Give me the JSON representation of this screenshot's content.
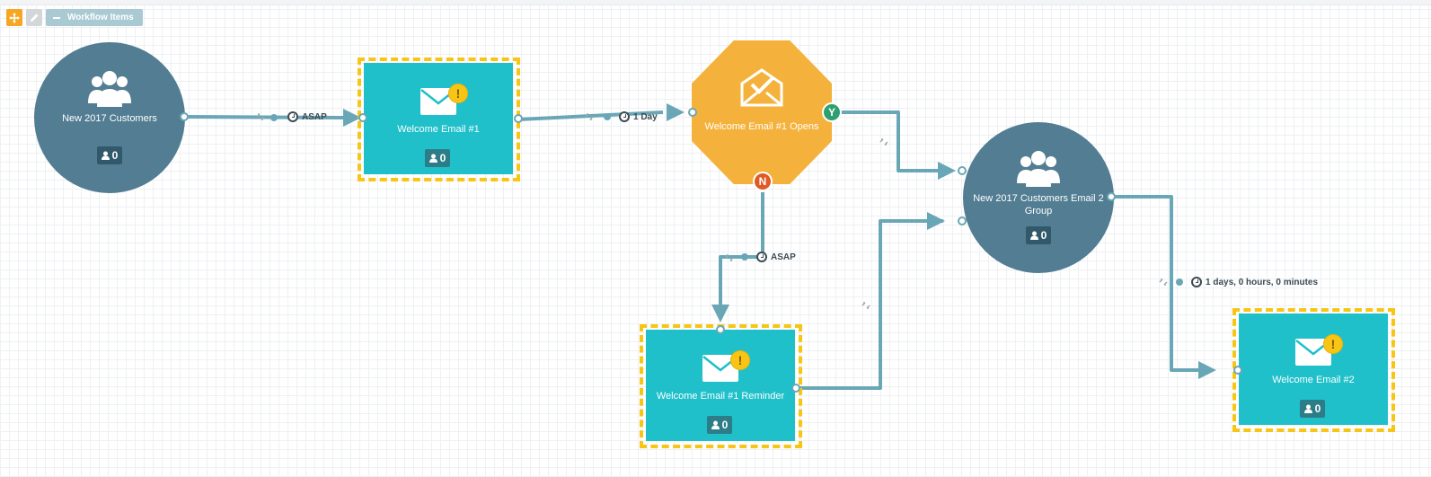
{
  "toolbar": {
    "workflow_label": "Workflow Items"
  },
  "nodes": {
    "new_customers": {
      "title": "New 2017 Customers",
      "count": "0"
    },
    "welcome_email_1": {
      "title": "Welcome Email #1",
      "count": "0"
    },
    "email_opens": {
      "title": "Welcome Email #1 Opens"
    },
    "email_2_group": {
      "title": "New 2017 Customers Email 2 Group",
      "count": "0"
    },
    "reminder": {
      "title": "Welcome Email #1 Reminder",
      "count": "0"
    },
    "welcome_email_2": {
      "title": "Welcome Email #2",
      "count": "0"
    }
  },
  "branches": {
    "yes": "Y",
    "no": "N"
  },
  "delays": {
    "d1": "ASAP",
    "d2": "1 Day",
    "d3": "ASAP",
    "d4": "1 days, 0 hours, 0 minutes"
  },
  "colors": {
    "group": "#527d92",
    "email": "#1fc0ca",
    "condition": "#f4b23c",
    "connector": "#6aa7b6",
    "warning": "#f9c515"
  }
}
